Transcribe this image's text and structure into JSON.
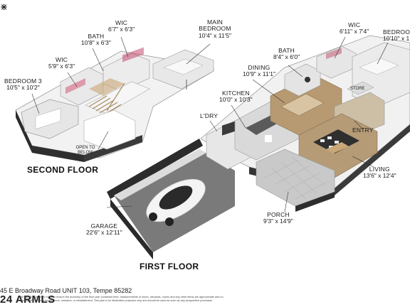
{
  "second_floor": {
    "label": "SECOND FLOOR",
    "rooms": [
      {
        "name": "BEDROOM 3",
        "dims": "10'5\" x 10'2\""
      },
      {
        "name": "WIC",
        "dims": "5'9\" x 6'3\""
      },
      {
        "name": "BATH",
        "dims": "10'8\" x 6'3\""
      },
      {
        "name": "WIC",
        "dims": "6'7\" x 6'3\""
      },
      {
        "name": "MAIN BEDROOM",
        "dims": "10'4\" x 11'5\""
      }
    ],
    "open_to_below": "OPEN TO BELOW"
  },
  "first_floor": {
    "label": "FIRST FLOOR",
    "rooms": [
      {
        "name": "BATH",
        "dims": "8'4\" x 6'0\""
      },
      {
        "name": "WIC",
        "dims": "6'11\" x 7'4\""
      },
      {
        "name": "BEDROOM",
        "dims": "10'10\" x 1"
      },
      {
        "name": "DINING",
        "dims": "10'9\" x 11'1\""
      },
      {
        "name": "KITCHEN",
        "dims": "10'0\" x 10'3\""
      },
      {
        "name": "L'DRY",
        "dims": ""
      },
      {
        "name": "ENTRY",
        "dims": ""
      },
      {
        "name": "LIVING",
        "dims": "13'6\" x 12'4\""
      },
      {
        "name": "PORCH",
        "dims": "9'3\" x 14'9\""
      },
      {
        "name": "GARAGE",
        "dims": "22'6\" x 12'11\""
      }
    ],
    "store": "STORE"
  },
  "address": "45 E Broadway Road UNIT 103, Tempe 85282",
  "watermark": "24 ARMLS",
  "disclaimer": "...all efforts have been made to ensure the accuracy of the floor plan contained here, measurements of doors, windows, rooms and any other items are approximate and no responsibility is taken for any error, omission, or misstatement. This plan is for illustrative purposes only and should be used as such by any prospective purchaser.",
  "corner_glyph": "⋇"
}
